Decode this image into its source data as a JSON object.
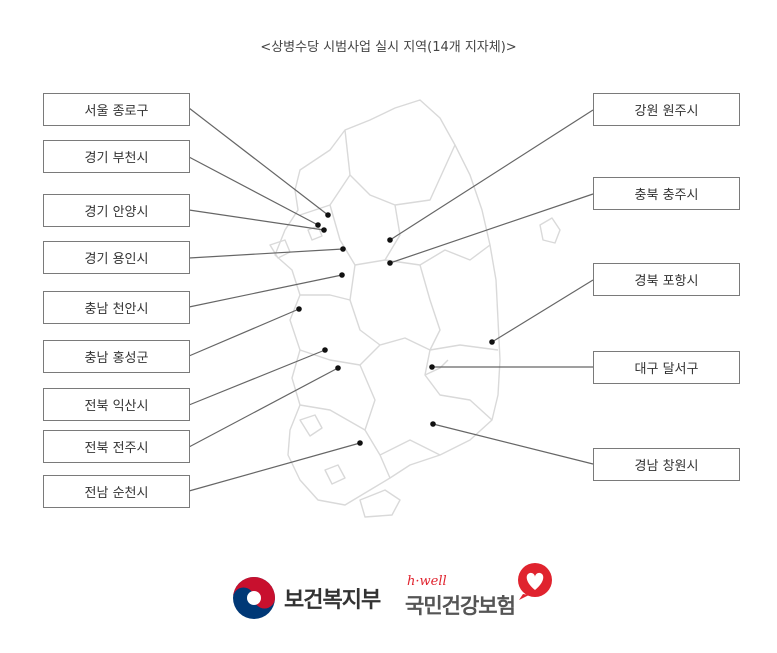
{
  "title": "<상병수당 시범사업 실시 지역(14개 지자체)>",
  "regions_left": [
    {
      "label": "서울 종로구"
    },
    {
      "label": "경기 부천시"
    },
    {
      "label": "경기 안양시"
    },
    {
      "label": "경기 용인시"
    },
    {
      "label": "충남 천안시"
    },
    {
      "label": "충남 홍성군"
    },
    {
      "label": "전북 익산시"
    },
    {
      "label": "전북 전주시"
    },
    {
      "label": "전남 순천시"
    }
  ],
  "regions_right": [
    {
      "label": "강원 원주시"
    },
    {
      "label": "충북 충주시"
    },
    {
      "label": "경북 포항시"
    },
    {
      "label": "대구 달서구"
    },
    {
      "label": "경남 창원시"
    }
  ],
  "logos": {
    "mohw_name": "보건복지부",
    "nhis_brand": "h·well",
    "nhis_name": "국민건강보험",
    "mohw_icon": "taegeuk-icon",
    "nhis_icon": "heart-icon"
  },
  "colors": {
    "leader_line": "#666666",
    "marker": "#111111",
    "map_outline": "#d6d6d6",
    "box_border": "#7a7a7a",
    "mohw_red": "#c8102e",
    "mohw_blue": "#003876",
    "nhis_red": "#e0232e"
  }
}
